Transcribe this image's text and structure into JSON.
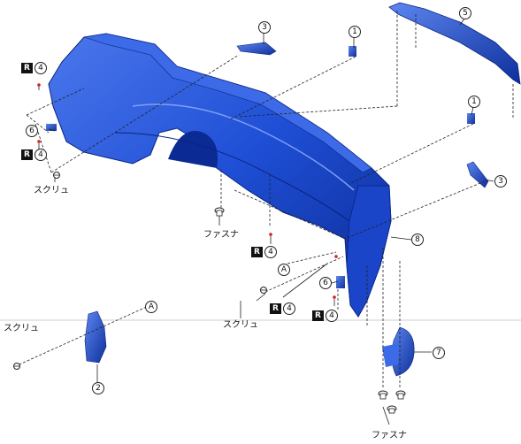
{
  "labels": {
    "screw": "スクリュ",
    "fastener": "ファスナ",
    "r_mark": "R",
    "n1": "1",
    "n2": "2",
    "n3": "3",
    "n4": "4",
    "n5": "5",
    "n6": "6",
    "n7": "7",
    "n8": "8",
    "refA": "A"
  },
  "colors": {
    "bumper": "#1f4fd6",
    "bumper_dark": "#0b2a93",
    "bumper_light": "#5d86f0",
    "line": "#222222",
    "marker": "#d22020"
  }
}
